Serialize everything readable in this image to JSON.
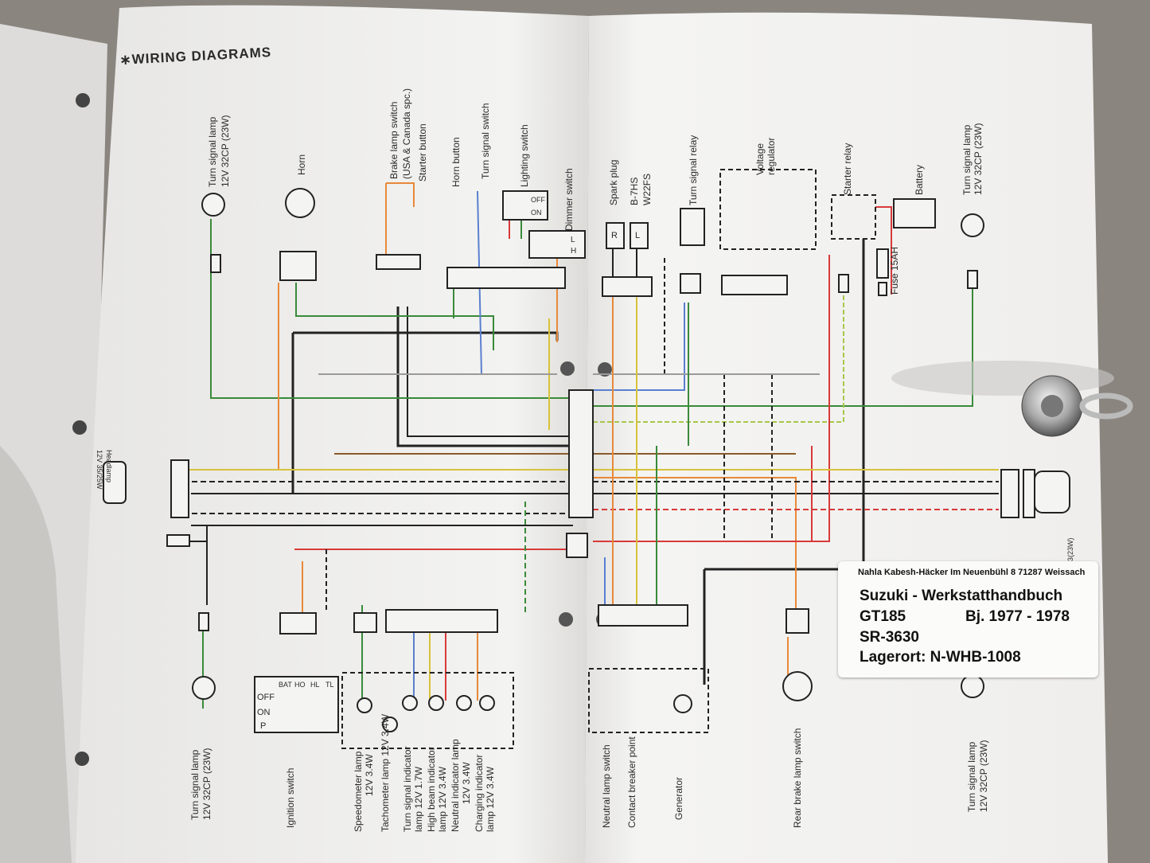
{
  "page": {
    "title": "∗WIRING DIAGRAMS"
  },
  "labels": {
    "turn_signal_top_left": "Turn signal lamp",
    "turn_signal_top_left_spec": "12V 32CP (23W)",
    "horn": "Horn",
    "brake_switch": "Brake lamp switch",
    "brake_switch_note": "(USA & Canada spc.)",
    "starter_button": "Starter button",
    "horn_button": "Horn button",
    "turn_signal_switch": "Turn signal switch",
    "lighting_switch": "Lighting switch",
    "dimmer_switch": "Dimmer switch",
    "spark_plug": "Spark plug",
    "plug_type_1": "B-7HS",
    "plug_type_2": "W22FS",
    "turn_signal_relay": "Turn signal relay",
    "voltage_regulator_1": "Voltage",
    "voltage_regulator_2": "regulator",
    "starter_relay": "Starter relay",
    "battery": "Battery",
    "fuse": "Fuse",
    "fuse_rating": "15AH",
    "turn_signal_top_right": "Turn signal lamp",
    "turn_signal_top_right_spec": "12V 32CP (23W)",
    "headlamp": "Headlamp",
    "headlamp_spec": "12V 35/25W",
    "tail_spec_fragment": "3(23W)",
    "turn_signal_bottom_left": "Turn signal lamp",
    "turn_signal_bottom_left_spec": "12V 32CP (23W)",
    "ignition_switch": "Ignition switch",
    "speedometer_lamp": "Speedometer lamp",
    "speedometer_spec": "12V 3.4W",
    "tachometer_lamp": "Tachometer lamp 12V 3.4W",
    "turn_signal_indicator": "Turn signal indicator",
    "turn_signal_indicator_spec": "lamp 12V 1.7W",
    "high_beam_indicator": "High beam indicator",
    "high_beam_indicator_spec": "lamp 12V 3.4W",
    "neutral_indicator": "Neutral indicator lamp",
    "neutral_indicator_spec": "12V 3.4W",
    "charging_indicator": "Charging indicator",
    "charging_indicator_spec": "lamp 12V 3.4W",
    "neutral_lamp_switch": "Neutral lamp switch",
    "contact_breaker_point": "Contact breaker point",
    "generator": "Generator",
    "rear_brake_switch": "Rear brake lamp switch",
    "turn_signal_bottom_right": "Turn signal lamp",
    "turn_signal_bottom_right_spec": "12V 32CP (23W)"
  },
  "switch_table": {
    "ignition_cols": [
      "BAT",
      "HO",
      "HL",
      "TL"
    ],
    "ignition_rows": [
      "OFF",
      "ON",
      "P"
    ],
    "lighting_rows": [
      "OFF",
      "ON"
    ],
    "dimmer_rows": [
      "L",
      "H"
    ]
  },
  "connector_letters": {
    "spark_r": "R",
    "spark_l": "L"
  },
  "sticker": {
    "owner": "Nahla Kabesh-Häcker  Im Neuenbühl 8  71287 Weissach",
    "manual": "Suzuki - Werkstatthandbuch",
    "model": "GT185",
    "years": "Bj. 1977 - 1978",
    "ref": "SR-3630",
    "location": "Lagerort: N-WHB-1008"
  },
  "wire_colors": {
    "green": "#3a8a3a",
    "orange": "#e8893a",
    "red": "#d83a3a",
    "blue": "#5a7fd0",
    "yellow": "#d8c23a",
    "black": "#222222",
    "grey": "#9a9a9a",
    "brown": "#8a5a2a",
    "light_blue": "#7ab0e0",
    "yellow_green": "#a6c84a"
  }
}
